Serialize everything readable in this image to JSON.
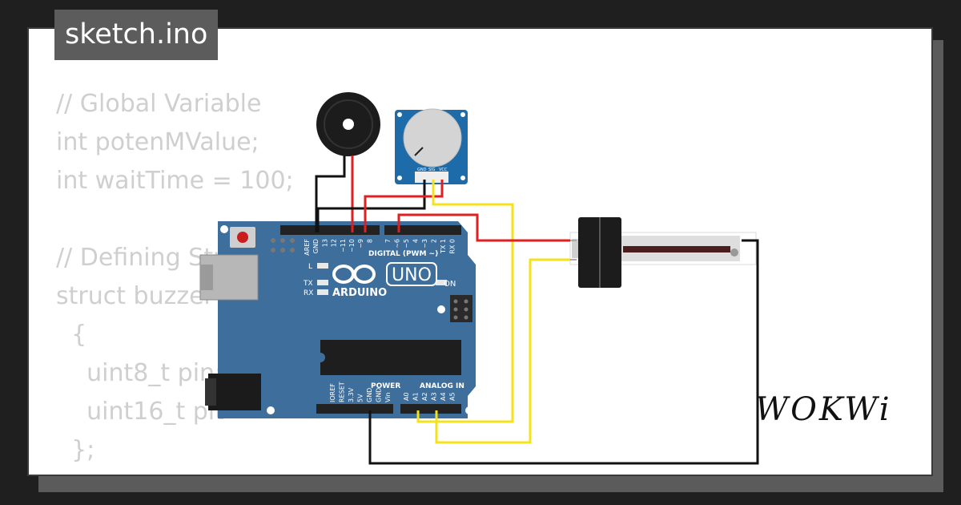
{
  "header": {
    "file_name": "sketch.ino"
  },
  "code_lines": [
    "// Global Variable",
    "int potenMValue;",
    "int waitTime = 100;",
    "",
    "// Defining Str",
    "struct buzzer",
    "  {",
    "    uint8_t pin;",
    "    uint16_t pit",
    "  };"
  ],
  "brand": {
    "logo_text": "WOKWi"
  },
  "board": {
    "model": "UNO",
    "brand": "ARDUINO",
    "digital_header": "DIGITAL (PWM ~)",
    "power_header": "POWER",
    "analog_header": "ANALOG IN",
    "on_label": "ON",
    "l_label": "L",
    "tx_label": "TX",
    "rx_label": "RX",
    "top_pins": [
      "AREF",
      "GND",
      "13",
      "12",
      "~11",
      "~10",
      "~9",
      "8",
      "7",
      "~6",
      "~5",
      "4",
      "~3",
      "2",
      "TX 1",
      "RX 0"
    ],
    "power_pins": [
      "IOREF",
      "RESET",
      "3.3V",
      "5V",
      "GND",
      "GND",
      "Vin"
    ],
    "analog_pins": [
      "A0",
      "A1",
      "A2",
      "A3",
      "A4",
      "A5"
    ]
  },
  "potentiometer": {
    "pins": [
      "GND",
      "SIG",
      "VCC"
    ]
  },
  "colors": {
    "board": "#3d6e9c",
    "board_text": "#ffffff",
    "wire_red": "#e02020",
    "wire_black": "#111111",
    "wire_yellow": "#f4e21a",
    "pot_board": "#1d6ba8",
    "code_text": "#cfcfcf"
  },
  "icons": [
    "buzzer-icon",
    "rotary-potentiometer-icon",
    "slide-potentiometer-icon",
    "usb-port-icon",
    "power-jack-icon",
    "reset-button-icon",
    "atmega-chip-icon"
  ]
}
